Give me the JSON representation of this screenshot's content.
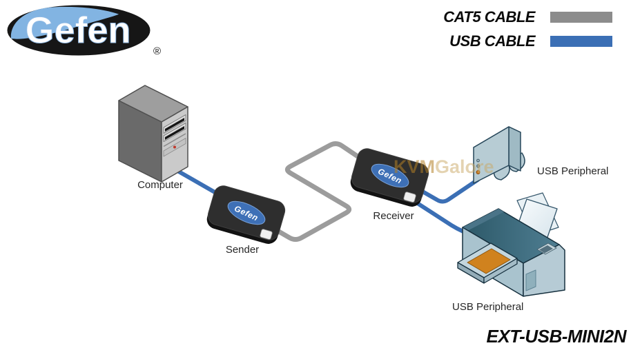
{
  "brand": {
    "name": "Gefen",
    "registered_mark": "®"
  },
  "legend": {
    "items": [
      {
        "label": "CAT5 CABLE",
        "color": "#8C8C8C"
      },
      {
        "label": "USB CABLE",
        "color": "#3B6FB5"
      }
    ]
  },
  "watermark": {
    "kvm": "KVM",
    "galore": "Galore"
  },
  "devices": {
    "computer": {
      "label": "Computer"
    },
    "sender": {
      "label": "Sender",
      "badge": "Gefen"
    },
    "receiver": {
      "label": "Receiver",
      "badge": "Gefen"
    },
    "peripheral_top": {
      "label": "USB Peripheral"
    },
    "peripheral_bottom": {
      "label": "USB Peripheral"
    }
  },
  "connections": [
    {
      "from": "Computer",
      "to": "Sender",
      "cable": "USB CABLE",
      "color": "#3B6FB5"
    },
    {
      "from": "Sender",
      "to": "Receiver",
      "cable": "CAT5 CABLE",
      "color": "#9A9A9A"
    },
    {
      "from": "Receiver",
      "to": "USB Peripheral (drive)",
      "cable": "USB CABLE",
      "color": "#3B6FB5"
    },
    {
      "from": "Receiver",
      "to": "USB Peripheral (printer)",
      "cable": "USB CABLE",
      "color": "#3B6FB5"
    }
  ],
  "model_number": "EXT-USB-MINI2N"
}
